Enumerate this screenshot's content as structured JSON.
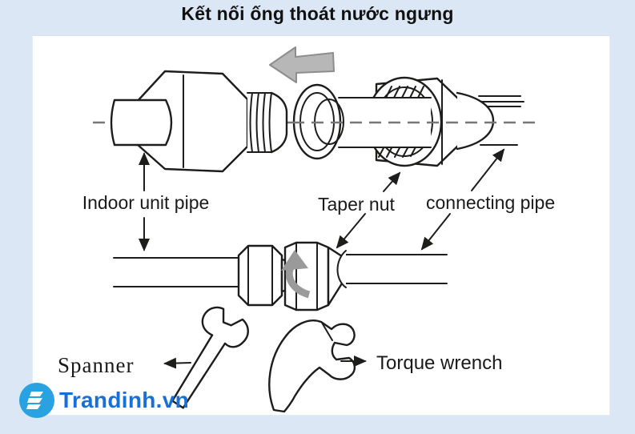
{
  "title": "Kết nối ống thoát nước ngưng",
  "diagram": {
    "labels": {
      "indoor_unit_pipe": "Indoor unit pipe",
      "taper_nut": "Taper nut",
      "connecting_pipe": "connecting pipe",
      "spanner": "Spanner",
      "torque_wrench": "Torque wrench"
    },
    "icons": {
      "push_direction": "left-arrow-icon",
      "tighten_direction": "rotate-arrow-icon"
    }
  },
  "watermark": {
    "text": "Trandinh.vn"
  },
  "colors": {
    "background": "#dbe7f4",
    "panel": "#ffffff",
    "ink": "#1d1d1b",
    "centerline": "#777777",
    "gray_arrow": "#b7b7b7",
    "gray_arrow_edge": "#8d8d8d",
    "rotate_arrow": "#9a9a9a",
    "label_text": "#1a1a1a",
    "logo_circle": "#29a2e2",
    "brand_text": "#1a6fd6"
  }
}
